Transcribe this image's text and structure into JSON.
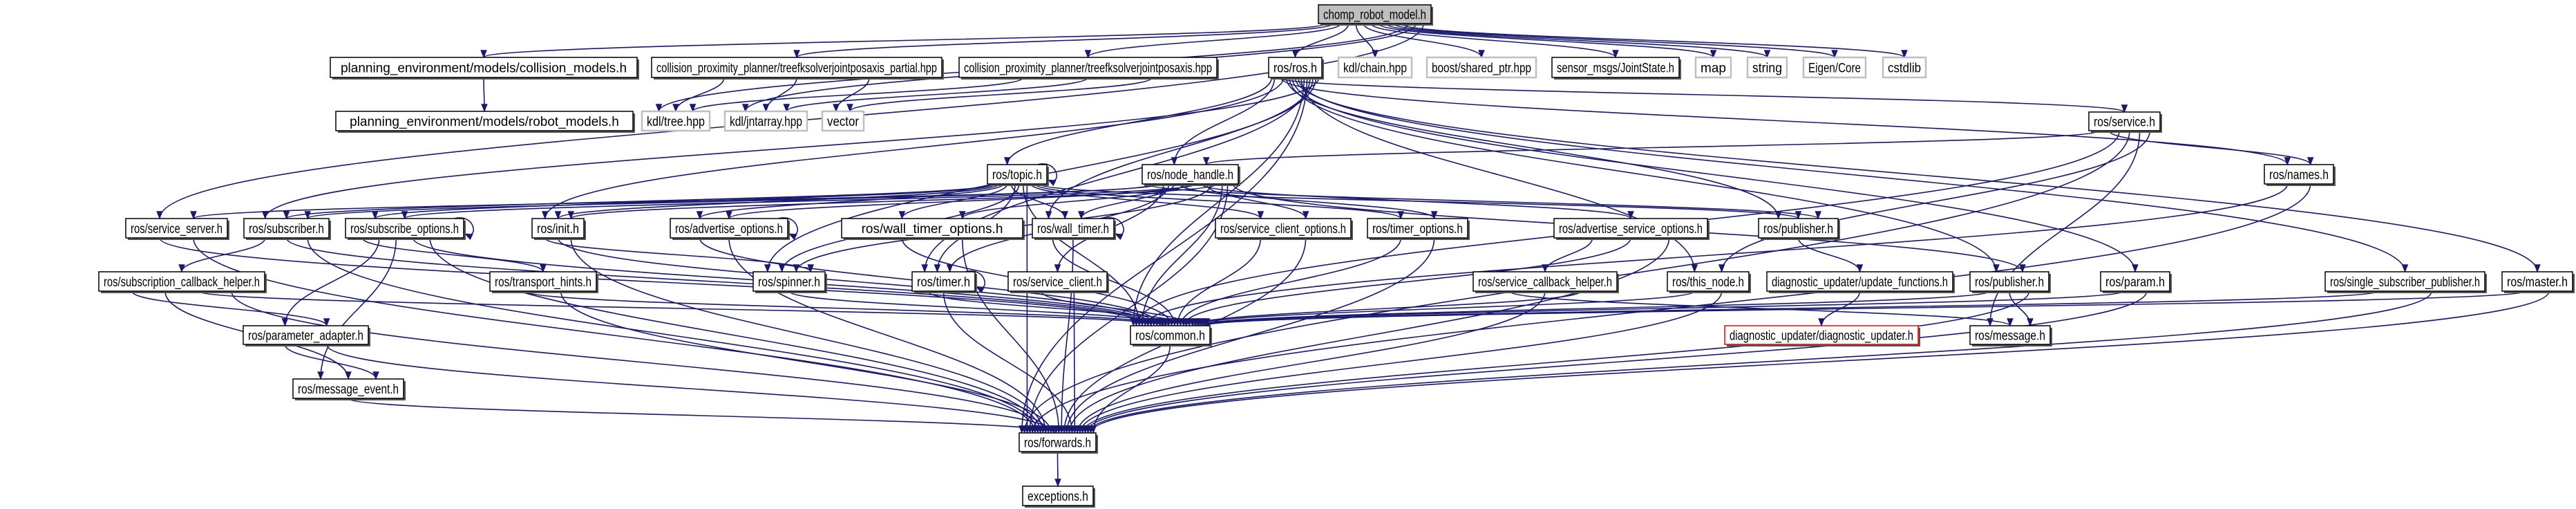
{
  "colors": {
    "edge": "#191970",
    "root_fill": "#bfbfbf",
    "normal_border": "#000000",
    "external_border": "#bfbfbf",
    "missing_border": "#ff0000"
  },
  "nodes": [
    {
      "id": "chomp",
      "label": "chomp_robot_model.h",
      "style": "root"
    },
    {
      "id": "collision_models",
      "label": "planning_environment/models/collision_models.h",
      "style": "normal"
    },
    {
      "id": "robot_models",
      "label": "planning_environment/models/robot_models.h",
      "style": "normal"
    },
    {
      "id": "fk_partial",
      "label": "collision_proximity_planner/treefksolverjointposaxis_partial.hpp",
      "style": "normal"
    },
    {
      "id": "fk",
      "label": "collision_proximity_planner/treefksolverjointposaxis.hpp",
      "style": "normal"
    },
    {
      "id": "ros",
      "label": "ros/ros.h",
      "style": "normal"
    },
    {
      "id": "kdl_chain",
      "label": "kdl/chain.hpp",
      "style": "external"
    },
    {
      "id": "shared_ptr",
      "label": "boost/shared_ptr.hpp",
      "style": "external"
    },
    {
      "id": "jointstate",
      "label": "sensor_msgs/JointState.h",
      "style": "normal"
    },
    {
      "id": "map",
      "label": "map",
      "style": "external"
    },
    {
      "id": "string",
      "label": "string",
      "style": "external"
    },
    {
      "id": "eigen",
      "label": "Eigen/Core",
      "style": "external"
    },
    {
      "id": "cstdlib",
      "label": "cstdlib",
      "style": "external"
    },
    {
      "id": "kdl_tree",
      "label": "kdl/tree.hpp",
      "style": "external"
    },
    {
      "id": "kdl_jntarray",
      "label": "kdl/jntarray.hpp",
      "style": "external"
    },
    {
      "id": "vector",
      "label": "vector",
      "style": "external"
    },
    {
      "id": "service",
      "label": "ros/service.h",
      "style": "normal"
    },
    {
      "id": "topic",
      "label": "ros/topic.h",
      "style": "normal"
    },
    {
      "id": "node_handle",
      "label": "ros/node_handle.h",
      "style": "normal"
    },
    {
      "id": "names",
      "label": "ros/names.h",
      "style": "normal"
    },
    {
      "id": "service_server",
      "label": "ros/service_server.h",
      "style": "normal"
    },
    {
      "id": "subscriber",
      "label": "ros/subscriber.h",
      "style": "normal"
    },
    {
      "id": "subscribe_options",
      "label": "ros/subscribe_options.h",
      "style": "normal"
    },
    {
      "id": "init",
      "label": "ros/init.h",
      "style": "normal"
    },
    {
      "id": "advertise_options",
      "label": "ros/advertise_options.h",
      "style": "normal"
    },
    {
      "id": "wall_timer_options",
      "label": "ros/wall_timer_options.h",
      "style": "normal"
    },
    {
      "id": "wall_timer",
      "label": "ros/wall_timer.h",
      "style": "normal"
    },
    {
      "id": "service_client_options",
      "label": "ros/service_client_options.h",
      "style": "normal"
    },
    {
      "id": "timer_options",
      "label": "ros/timer_options.h",
      "style": "normal"
    },
    {
      "id": "advertise_service_options",
      "label": "ros/advertise_service_options.h",
      "style": "normal"
    },
    {
      "id": "publisher_upper",
      "label": "ros/publisher.h",
      "style": "normal"
    },
    {
      "id": "subscription_callback_helper",
      "label": "ros/subscription_callback_helper.h",
      "style": "normal"
    },
    {
      "id": "transport_hints",
      "label": "ros/transport_hints.h",
      "style": "normal"
    },
    {
      "id": "spinner",
      "label": "ros/spinner.h",
      "style": "normal"
    },
    {
      "id": "timer",
      "label": "ros/timer.h",
      "style": "normal"
    },
    {
      "id": "service_client",
      "label": "ros/service_client.h",
      "style": "normal"
    },
    {
      "id": "service_callback_helper",
      "label": "ros/service_callback_helper.h",
      "style": "normal"
    },
    {
      "id": "this_node",
      "label": "ros/this_node.h",
      "style": "normal"
    },
    {
      "id": "update_functions",
      "label": "diagnostic_updater/update_functions.h",
      "style": "normal"
    },
    {
      "id": "publisher",
      "label": "ros/publisher.h",
      "style": "normal"
    },
    {
      "id": "param",
      "label": "ros/param.h",
      "style": "normal"
    },
    {
      "id": "single_subscriber_publisher",
      "label": "ros/single_subscriber_publisher.h",
      "style": "normal"
    },
    {
      "id": "master",
      "label": "ros/master.h",
      "style": "normal"
    },
    {
      "id": "parameter_adapter",
      "label": "ros/parameter_adapter.h",
      "style": "normal"
    },
    {
      "id": "common",
      "label": "ros/common.h",
      "style": "normal"
    },
    {
      "id": "diagnostic_updater",
      "label": "diagnostic_updater/diagnostic_updater.h",
      "style": "missing"
    },
    {
      "id": "message",
      "label": "ros/message.h",
      "style": "normal"
    },
    {
      "id": "message_event",
      "label": "ros/message_event.h",
      "style": "normal"
    },
    {
      "id": "forwards",
      "label": "ros/forwards.h",
      "style": "normal"
    },
    {
      "id": "exceptions",
      "label": "exceptions.h",
      "style": "normal"
    }
  ],
  "edges": [
    [
      "chomp",
      "collision_models"
    ],
    [
      "chomp",
      "fk_partial"
    ],
    [
      "chomp",
      "fk"
    ],
    [
      "chomp",
      "ros"
    ],
    [
      "chomp",
      "kdl_chain"
    ],
    [
      "chomp",
      "shared_ptr"
    ],
    [
      "chomp",
      "jointstate"
    ],
    [
      "chomp",
      "map"
    ],
    [
      "chomp",
      "string"
    ],
    [
      "chomp",
      "eigen"
    ],
    [
      "chomp",
      "cstdlib"
    ],
    [
      "chomp",
      "kdl_tree"
    ],
    [
      "chomp",
      "kdl_jntarray"
    ],
    [
      "chomp",
      "service_server"
    ],
    [
      "collision_models",
      "robot_models"
    ],
    [
      "fk_partial",
      "kdl_tree"
    ],
    [
      "fk_partial",
      "kdl_jntarray"
    ],
    [
      "fk_partial",
      "vector"
    ],
    [
      "fk",
      "kdl_tree"
    ],
    [
      "fk",
      "kdl_jntarray"
    ],
    [
      "fk",
      "vector"
    ],
    [
      "ros",
      "topic"
    ],
    [
      "ros",
      "node_handle"
    ],
    [
      "ros",
      "service"
    ],
    [
      "ros",
      "names"
    ],
    [
      "ros",
      "init"
    ],
    [
      "ros",
      "publisher_upper"
    ],
    [
      "ros",
      "publisher"
    ],
    [
      "ros",
      "param"
    ],
    [
      "ros",
      "master"
    ],
    [
      "ros",
      "single_subscriber_publisher"
    ],
    [
      "ros",
      "this_node"
    ],
    [
      "ros",
      "common"
    ],
    [
      "ros",
      "forwards"
    ],
    [
      "ros",
      "timer"
    ],
    [
      "ros",
      "wall_timer"
    ],
    [
      "ros",
      "spinner"
    ],
    [
      "ros",
      "subscriber"
    ],
    [
      "service",
      "node_handle"
    ],
    [
      "service",
      "names"
    ],
    [
      "service",
      "common"
    ],
    [
      "service",
      "forwards"
    ],
    [
      "service",
      "message"
    ],
    [
      "service",
      "this_node"
    ],
    [
      "topic",
      "topic"
    ],
    [
      "topic",
      "subscriber"
    ],
    [
      "topic",
      "subscribe_options"
    ],
    [
      "topic",
      "init"
    ],
    [
      "topic",
      "advertise_options"
    ],
    [
      "topic",
      "wall_timer_options"
    ],
    [
      "topic",
      "wall_timer"
    ],
    [
      "topic",
      "timer"
    ],
    [
      "topic",
      "spinner"
    ],
    [
      "topic",
      "common"
    ],
    [
      "topic",
      "forwards"
    ],
    [
      "topic",
      "service_client_options"
    ],
    [
      "topic",
      "timer_options"
    ],
    [
      "topic",
      "publisher_upper"
    ],
    [
      "node_handle",
      "publisher_upper"
    ],
    [
      "node_handle",
      "subscriber"
    ],
    [
      "node_handle",
      "service_server"
    ],
    [
      "node_handle",
      "service_client"
    ],
    [
      "node_handle",
      "timer"
    ],
    [
      "node_handle",
      "wall_timer"
    ],
    [
      "node_handle",
      "timer_options"
    ],
    [
      "node_handle",
      "wall_timer_options"
    ],
    [
      "node_handle",
      "advertise_options"
    ],
    [
      "node_handle",
      "subscribe_options"
    ],
    [
      "node_handle",
      "advertise_service_options"
    ],
    [
      "node_handle",
      "service_client_options"
    ],
    [
      "node_handle",
      "spinner"
    ],
    [
      "node_handle",
      "init"
    ],
    [
      "node_handle",
      "common"
    ],
    [
      "node_handle",
      "forwards"
    ],
    [
      "node_handle",
      "publisher"
    ],
    [
      "names",
      "common"
    ],
    [
      "names",
      "forwards"
    ],
    [
      "service_server",
      "common"
    ],
    [
      "service_server",
      "forwards"
    ],
    [
      "subscriber",
      "subscription_callback_helper"
    ],
    [
      "subscriber",
      "common"
    ],
    [
      "subscriber",
      "forwards"
    ],
    [
      "subscribe_options",
      "subscribe_options"
    ],
    [
      "subscribe_options",
      "transport_hints"
    ],
    [
      "subscribe_options",
      "parameter_adapter"
    ],
    [
      "subscribe_options",
      "message_event"
    ],
    [
      "subscribe_options",
      "common"
    ],
    [
      "subscribe_options",
      "forwards"
    ],
    [
      "init",
      "spinner"
    ],
    [
      "init",
      "common"
    ],
    [
      "init",
      "forwards"
    ],
    [
      "advertise_options",
      "advertise_options"
    ],
    [
      "advertise_options",
      "common"
    ],
    [
      "advertise_options",
      "forwards"
    ],
    [
      "subscription_callback_helper",
      "parameter_adapter"
    ],
    [
      "subscription_callback_helper",
      "message_event"
    ],
    [
      "subscription_callback_helper",
      "common"
    ],
    [
      "subscription_callback_helper",
      "forwards"
    ],
    [
      "transport_hints",
      "common"
    ],
    [
      "transport_hints",
      "forwards"
    ],
    [
      "spinner",
      "common"
    ],
    [
      "parameter_adapter",
      "message_event"
    ],
    [
      "parameter_adapter",
      "forwards"
    ],
    [
      "message_event",
      "forwards"
    ],
    [
      "wall_timer_options",
      "common"
    ],
    [
      "wall_timer_options",
      "forwards"
    ],
    [
      "wall_timer",
      "wall_timer"
    ],
    [
      "wall_timer",
      "common"
    ],
    [
      "wall_timer",
      "forwards"
    ],
    [
      "service_client_options",
      "common"
    ],
    [
      "service_client_options",
      "forwards"
    ],
    [
      "timer_options",
      "common"
    ],
    [
      "timer_options",
      "forwards"
    ],
    [
      "advertise_service_options",
      "service_callback_helper"
    ],
    [
      "advertise_service_options",
      "common"
    ],
    [
      "advertise_service_options",
      "forwards"
    ],
    [
      "timer",
      "timer"
    ],
    [
      "timer",
      "common"
    ],
    [
      "timer",
      "forwards"
    ],
    [
      "service_client",
      "common"
    ],
    [
      "service_client",
      "forwards"
    ],
    [
      "service_callback_helper",
      "message"
    ],
    [
      "service_callback_helper",
      "forwards"
    ],
    [
      "service_callback_helper",
      "common"
    ],
    [
      "this_node",
      "common"
    ],
    [
      "this_node",
      "forwards"
    ],
    [
      "publisher_upper",
      "update_functions"
    ],
    [
      "update_functions",
      "diagnostic_updater"
    ],
    [
      "publisher",
      "common"
    ],
    [
      "publisher",
      "message"
    ],
    [
      "publisher",
      "forwards"
    ],
    [
      "param",
      "common"
    ],
    [
      "param",
      "forwards"
    ],
    [
      "single_subscriber_publisher",
      "common"
    ],
    [
      "single_subscriber_publisher",
      "forwards"
    ],
    [
      "master",
      "common"
    ],
    [
      "master",
      "forwards"
    ],
    [
      "common",
      "forwards"
    ],
    [
      "forwards",
      "exceptions"
    ]
  ]
}
